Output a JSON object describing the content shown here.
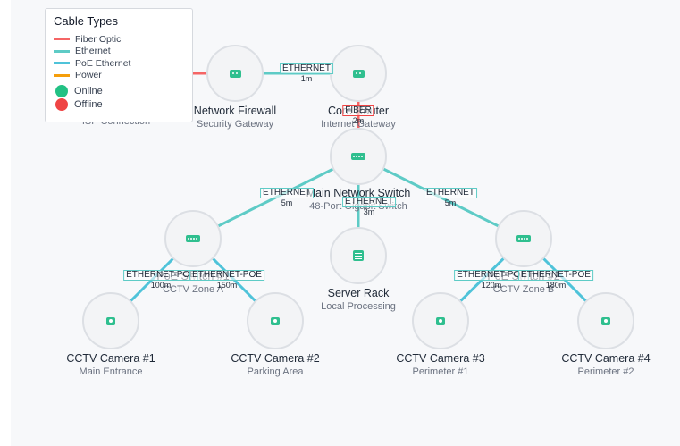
{
  "colors": {
    "fiber": "#f56565",
    "ethernet": "#5ecbc6",
    "poe": "#4fc3d9",
    "power": "#f59e0b",
    "online": "#22c184",
    "offline": "#ef4444"
  },
  "legend": {
    "title": "Cable Types",
    "cables": [
      {
        "label": "Fiber Optic",
        "color": "#f56565"
      },
      {
        "label": "Ethernet",
        "color": "#5ecbc6"
      },
      {
        "label": "PoE Ethernet",
        "color": "#4fc3d9"
      },
      {
        "label": "Power",
        "color": "#f59e0b"
      }
    ],
    "statuses": [
      {
        "label": "Online",
        "color": "#22c184"
      },
      {
        "label": "Offline",
        "color": "#ef4444"
      }
    ]
  },
  "nodes": [
    {
      "id": "isp",
      "title": "",
      "subtitle": "ISP Connection",
      "icon": "router-icon"
    },
    {
      "id": "firewall",
      "title": "Network Firewall",
      "subtitle": "Security Gateway",
      "icon": "firewall-icon"
    },
    {
      "id": "router",
      "title": "Core Router",
      "subtitle": "Internet Gateway",
      "icon": "router-icon"
    },
    {
      "id": "mainsw",
      "title": "Main Network Switch",
      "subtitle": "48-Port Gigabit Switch",
      "icon": "switch-icon"
    },
    {
      "id": "poe1",
      "title": "PoE Switch #1",
      "subtitle": "CCTV Zone A",
      "icon": "poe-switch-icon"
    },
    {
      "id": "server",
      "title": "Server Rack",
      "subtitle": "Local Processing",
      "icon": "server-icon"
    },
    {
      "id": "poe2",
      "title": "PoE Switch #2",
      "subtitle": "CCTV Zone B",
      "icon": "poe-switch-icon"
    },
    {
      "id": "cam1",
      "title": "CCTV Camera #1",
      "subtitle": "Main Entrance",
      "icon": "camera-icon"
    },
    {
      "id": "cam2",
      "title": "CCTV Camera #2",
      "subtitle": "Parking Area",
      "icon": "camera-icon"
    },
    {
      "id": "cam3",
      "title": "CCTV Camera #3",
      "subtitle": "Perimeter #1",
      "icon": "camera-icon"
    },
    {
      "id": "cam4",
      "title": "CCTV Camera #4",
      "subtitle": "Perimeter #2",
      "icon": "camera-icon"
    }
  ],
  "links": [
    {
      "from": "isp",
      "to": "firewall",
      "cable": "fiber",
      "type": "",
      "length": ""
    },
    {
      "from": "firewall",
      "to": "router",
      "cable": "ethernet",
      "type": "ETHERNET",
      "length": "1m"
    },
    {
      "from": "router",
      "to": "mainsw",
      "cable": "fiber",
      "type": "FIBER",
      "length": "2m"
    },
    {
      "from": "mainsw",
      "to": "poe1",
      "cable": "ethernet",
      "type": "ETHERNET",
      "length": "5m"
    },
    {
      "from": "mainsw",
      "to": "server",
      "cable": "ethernet",
      "type": "ETHERNET",
      "length": "3m"
    },
    {
      "from": "mainsw",
      "to": "poe2",
      "cable": "ethernet",
      "type": "ETHERNET",
      "length": "5m"
    },
    {
      "from": "poe1",
      "to": "cam1",
      "cable": "poe",
      "type": "ETHERNET-POE",
      "length": "100m"
    },
    {
      "from": "poe1",
      "to": "cam2",
      "cable": "poe",
      "type": "ETHERNET-POE",
      "length": "150m"
    },
    {
      "from": "poe2",
      "to": "cam3",
      "cable": "poe",
      "type": "ETHERNET-POE",
      "length": "120m"
    },
    {
      "from": "poe2",
      "to": "cam4",
      "cable": "poe",
      "type": "ETHERNET-POE",
      "length": "180m"
    }
  ]
}
